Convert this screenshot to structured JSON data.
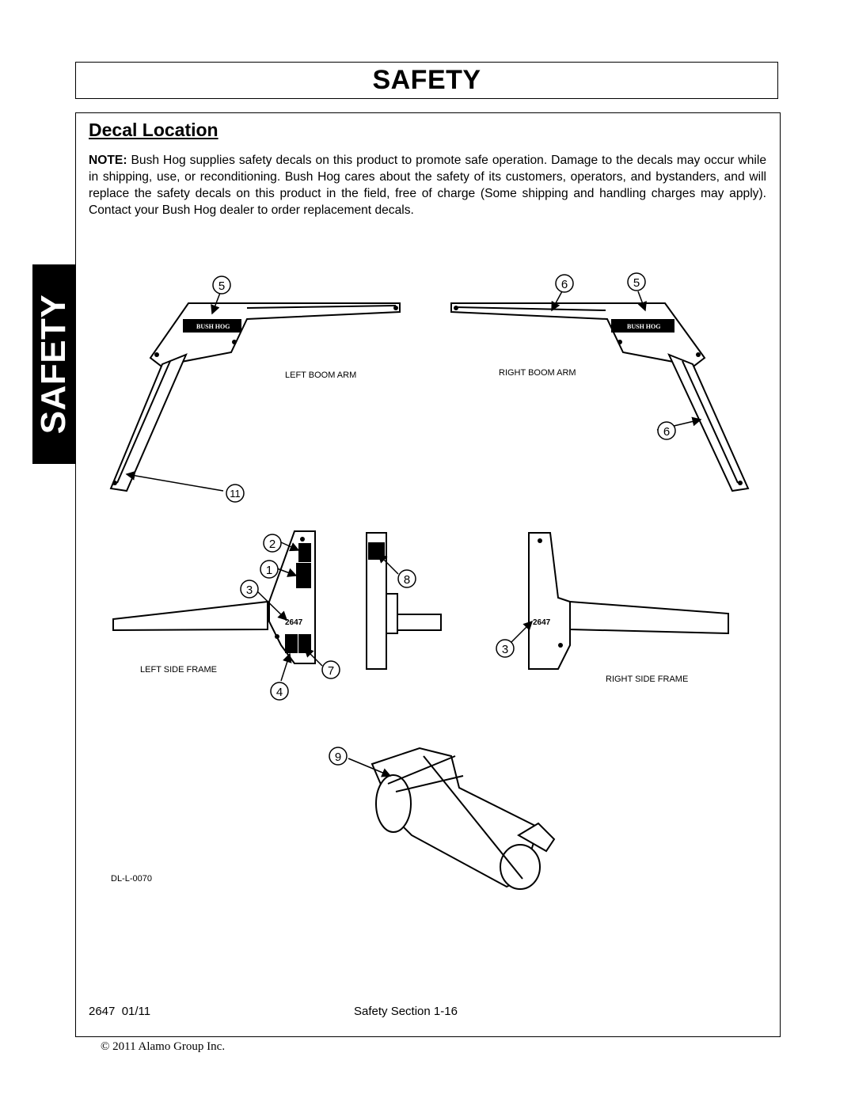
{
  "header": {
    "title": "SAFETY"
  },
  "side_tab": {
    "label": "SAFETY"
  },
  "section": {
    "title": "Decal Location",
    "note_label": "NOTE:",
    "note_text": "Bush Hog supplies safety decals on this product to promote safe operation. Damage to the decals may occur while in shipping, use, or reconditioning. Bush Hog cares about the safety of its customers, operators, and bystanders, and will replace the safety decals on this product in the field, free of charge (Some shipping and handling charges may apply). Contact your Bush Hog dealer to order replacement decals."
  },
  "diagram": {
    "labels": {
      "left_boom_arm": "LEFT BOOM ARM",
      "right_boom_arm": "RIGHT BOOM ARM",
      "left_side_frame": "LEFT SIDE FRAME",
      "right_side_frame": "RIGHT SIDE FRAME",
      "drawing_id": "DL-L-0070",
      "brand_decal": "BUSH HOG",
      "model_decal": "2647"
    },
    "callouts": {
      "c1": "1",
      "c2": "2",
      "c3": "3",
      "c4": "4",
      "c5": "5",
      "c6": "6",
      "c7": "7",
      "c8": "8",
      "c9": "9",
      "c11": "11"
    }
  },
  "footer": {
    "model_date": "2647  01/11",
    "page": "Safety Section 1-16",
    "copyright": "© 2011 Alamo Group Inc."
  }
}
